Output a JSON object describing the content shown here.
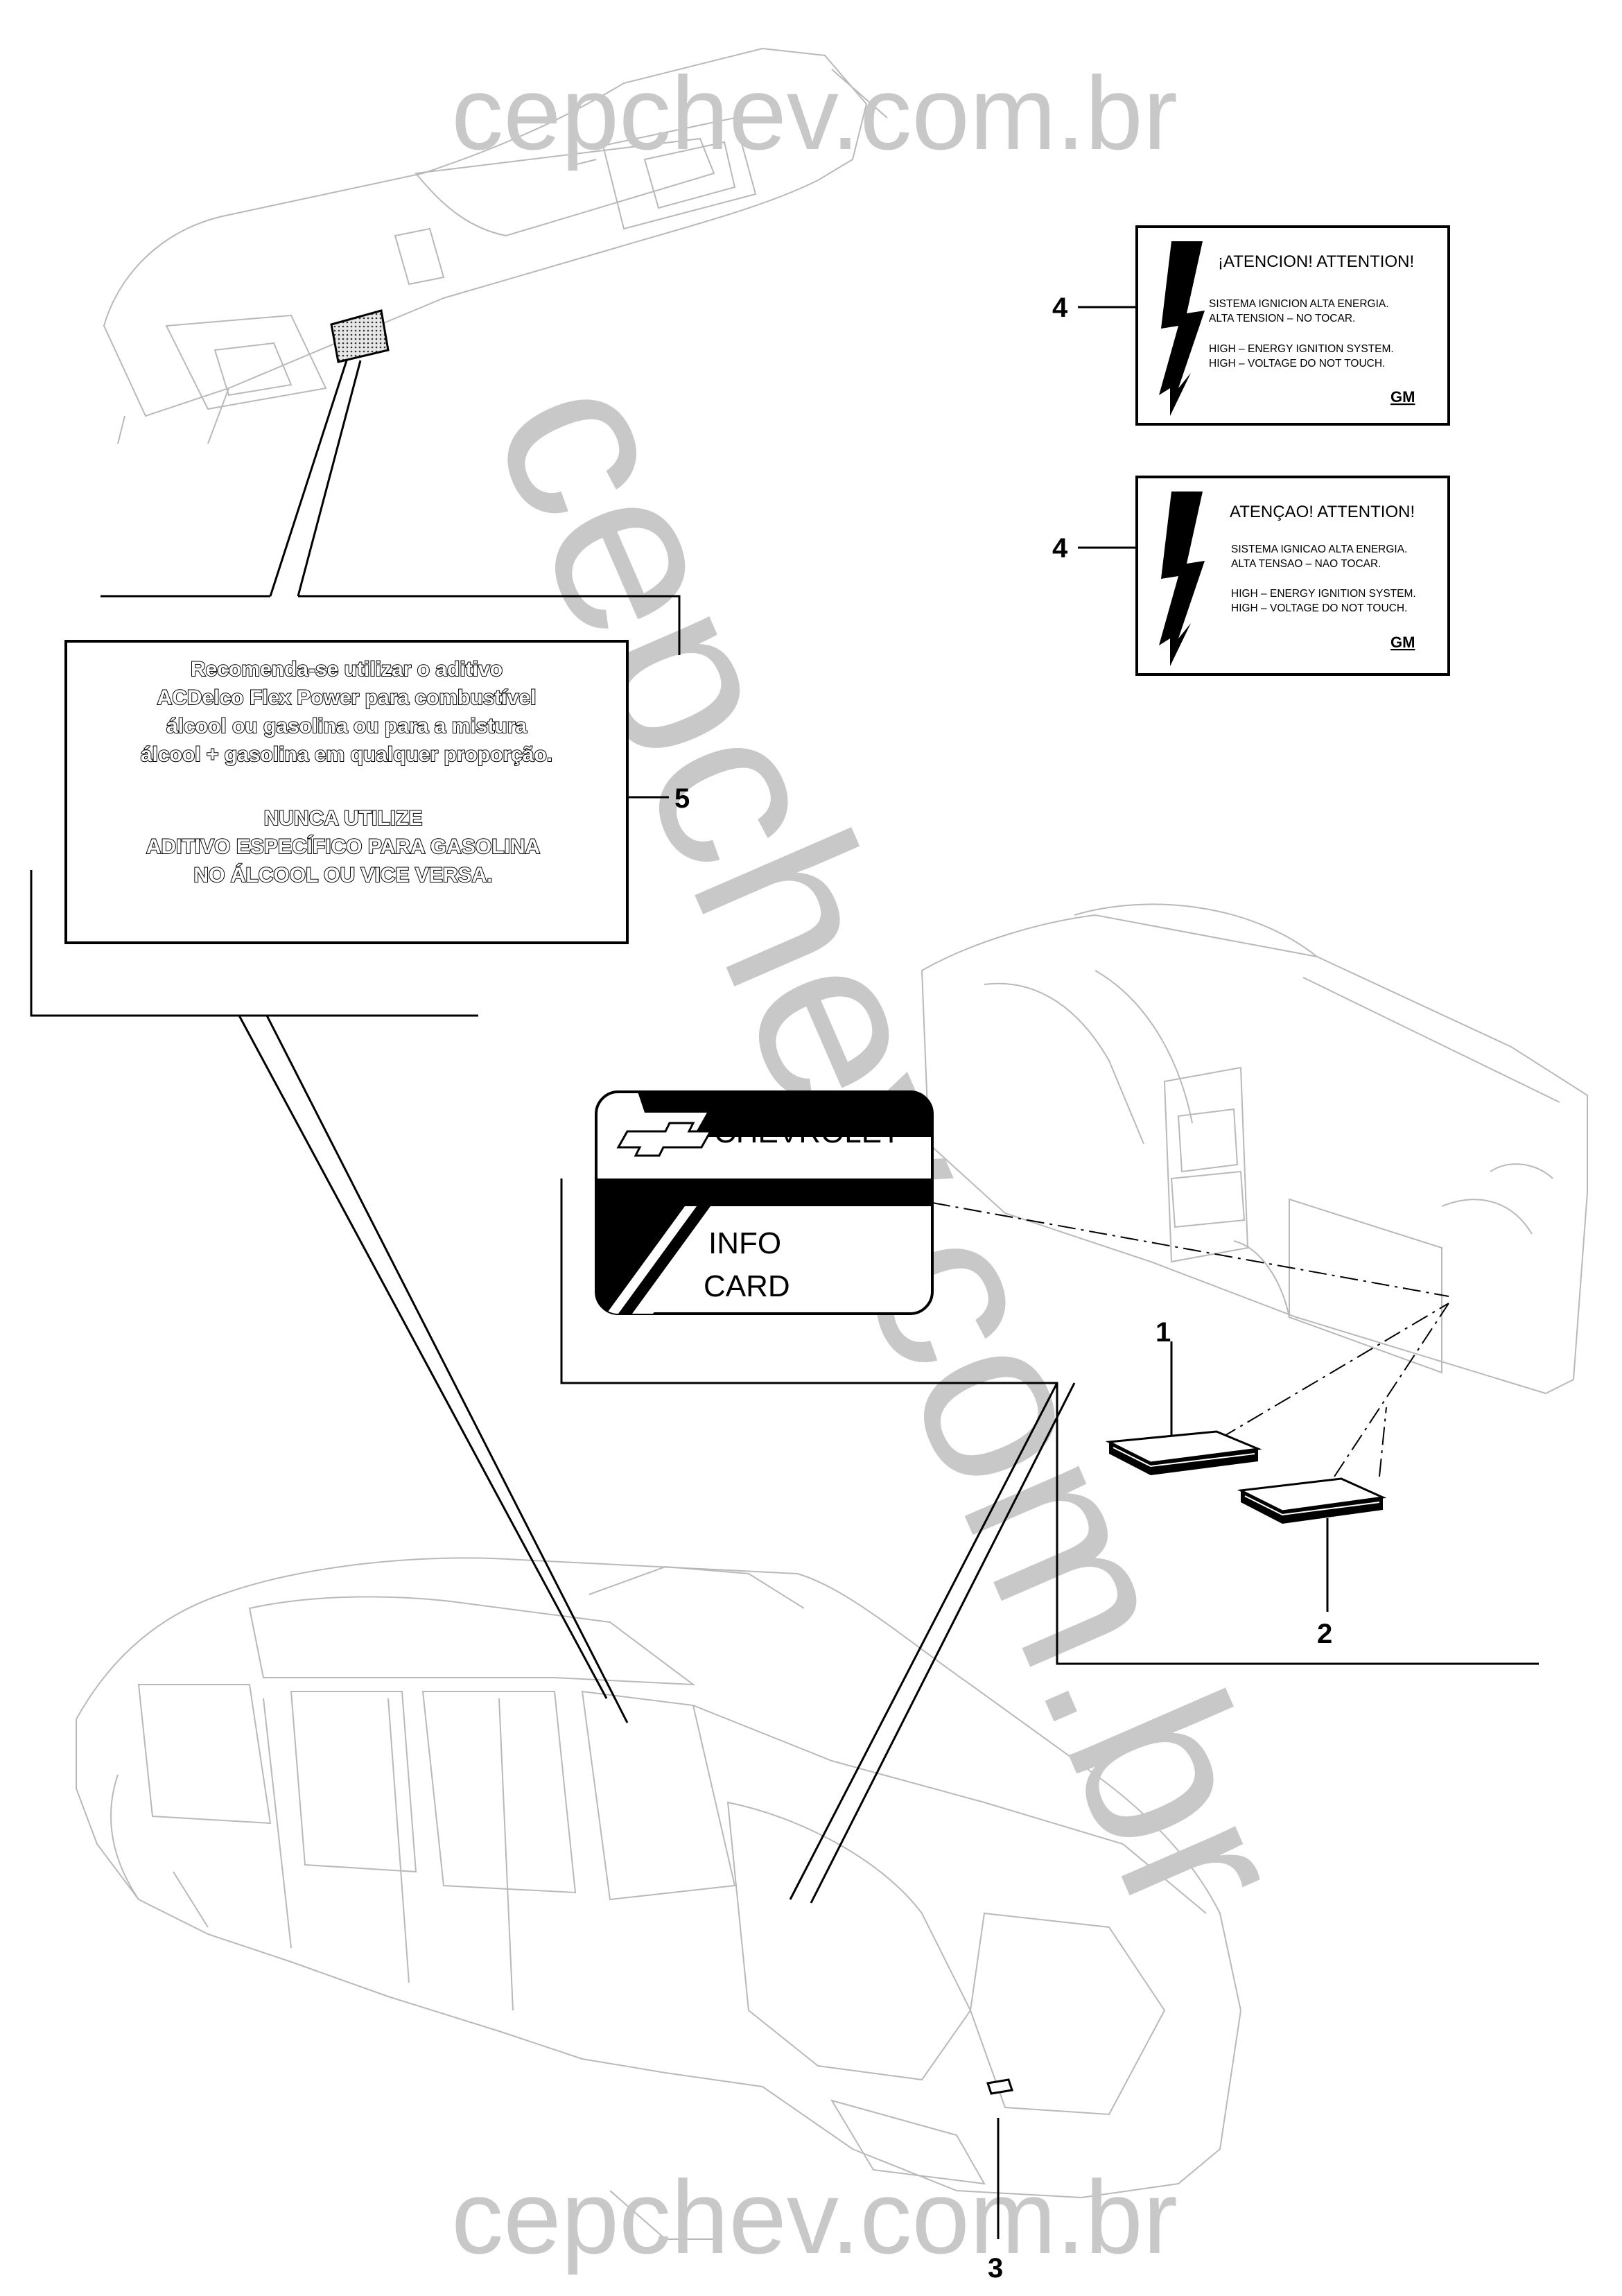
{
  "watermark": {
    "top": "cepchev.com.br",
    "diagonal": "cepchev.com.br",
    "bottom": "cepchev.com.br"
  },
  "callouts": {
    "c1": "1",
    "c2": "2",
    "c3": "3",
    "c4a": "4",
    "c4b": "4",
    "c5": "5"
  },
  "label_4_spanish": {
    "heading": "¡ATENCION! ATTENTION!",
    "line1": "SISTEMA IGNICION ALTA ENERGIA.",
    "line2": "ALTA TENSION – NO TOCAR.",
    "line3": "HIGH – ENERGY IGNITION SYSTEM.",
    "line4": "HIGH – VOLTAGE DO NOT TOUCH.",
    "logo": "GM"
  },
  "label_4_portuguese": {
    "heading": "ATENÇAO! ATTENTION!",
    "line1": "SISTEMA IGNICAO ALTA ENERGIA.",
    "line2": "ALTA TENSAO – NAO TOCAR.",
    "line3": "HIGH – ENERGY IGNITION SYSTEM.",
    "line4": "HIGH – VOLTAGE DO NOT TOUCH.",
    "logo": "GM"
  },
  "label_5": {
    "line1": "Recomenda-se utilizar o aditivo",
    "line2": "ACDelco Flex Power para combustível",
    "line3": "álcool ou  gasolina ou para a mistura",
    "line4": "álcool +  gasolina em qualquer proporção.",
    "line5": "NUNCA UTILIZE",
    "line6": "ADITIVO  ESPECÍFICO PARA GASOLINA",
    "line7": "NO ÁLCOOL OU VICE VERSA."
  },
  "info_card": {
    "brand": "CHEVROLET",
    "line1": "INFO",
    "line2": "CARD"
  }
}
